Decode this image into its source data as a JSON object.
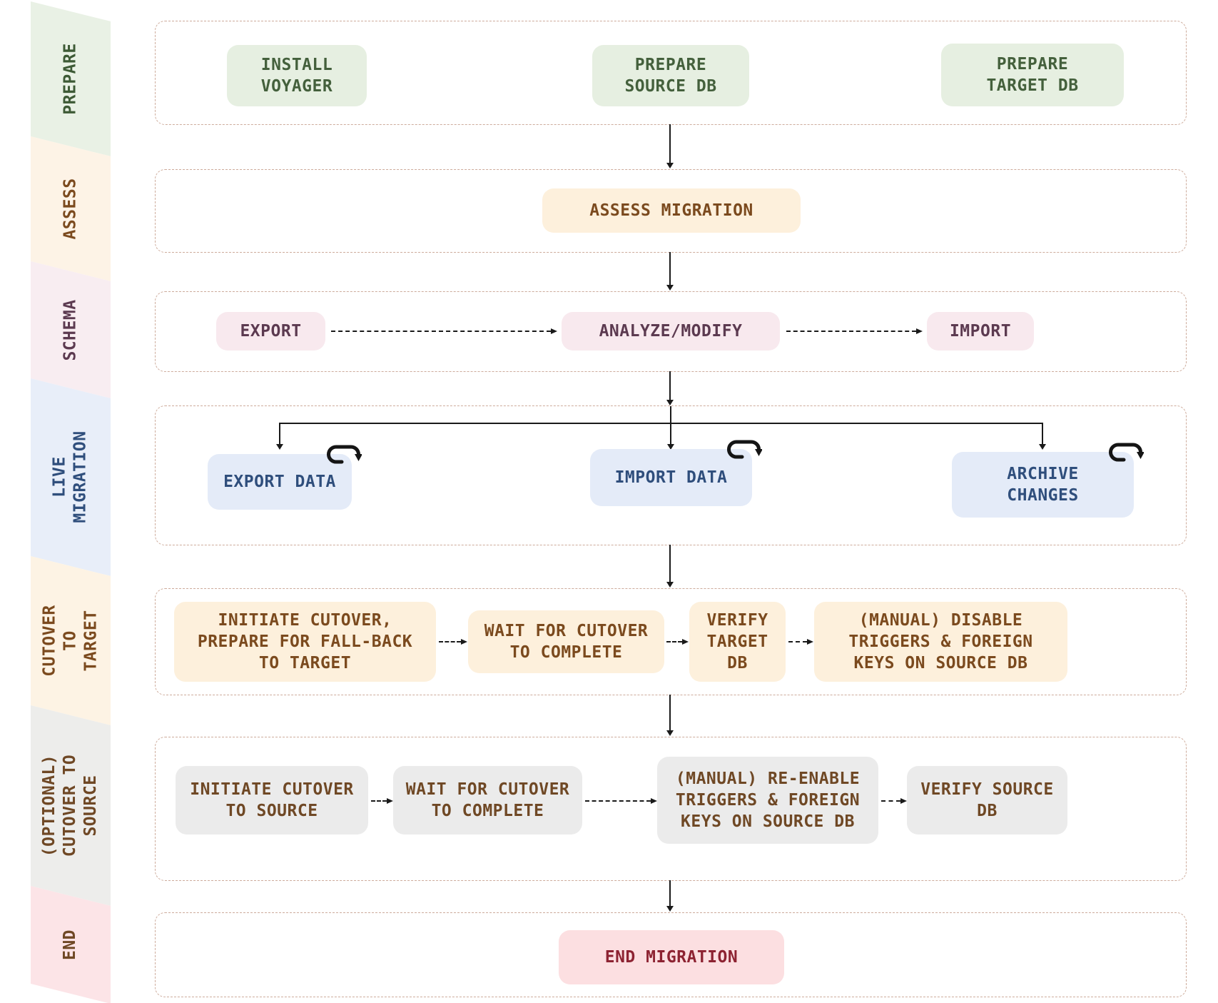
{
  "sidebar": {
    "segments": [
      {
        "id": "prepare",
        "label": "PREPARE",
        "band_color": "#e9f1e5",
        "text_color": "#3d5a35"
      },
      {
        "id": "assess",
        "label": "ASSESS",
        "band_color": "#fdf3e6",
        "text_color": "#7b4a1e"
      },
      {
        "id": "schema",
        "label": "SCHEMA",
        "band_color": "#f8edf1",
        "text_color": "#5c3a50"
      },
      {
        "id": "live-migration",
        "label": "LIVE\nMIGRATION",
        "band_color": "#e8eef9",
        "text_color": "#2f4e7c"
      },
      {
        "id": "cutover-to-target",
        "label": "CUTOVER TO\nTARGET",
        "band_color": "#fdf3e4",
        "text_color": "#7b4a1e"
      },
      {
        "id": "optional-cutover-to-source",
        "label": "(OPTIONAL)\nCUTOVER TO\nSOURCE",
        "band_color": "#ededeb",
        "text_color": "#6f4825"
      },
      {
        "id": "end",
        "label": "END",
        "band_color": "#fce4e7",
        "text_color": "#6f4825"
      }
    ]
  },
  "rows": {
    "prepare": {
      "boxes": {
        "install_voyager": "INSTALL\nVOYAGER",
        "prepare_source_db": "PREPARE\nSOURCE DB",
        "prepare_target_db": "PREPARE\nTARGET DB"
      }
    },
    "assess": {
      "boxes": {
        "assess_migration": "ASSESS MIGRATION"
      }
    },
    "schema": {
      "boxes": {
        "export_schema": "EXPORT",
        "analyze_modify": "ANALYZE/MODIFY",
        "import_schema": "IMPORT"
      }
    },
    "live_migration": {
      "boxes": {
        "export_data": "EXPORT DATA",
        "import_data": "IMPORT DATA",
        "archive_changes": "ARCHIVE\nCHANGES"
      }
    },
    "cutover_target": {
      "boxes": {
        "initiate_cutover": "INITIATE CUTOVER,\nPREPARE FOR FALL-BACK\nTO TARGET",
        "wait_cutover": "WAIT FOR CUTOVER\nTO COMPLETE",
        "verify_target_db": "VERIFY\nTARGET\nDB",
        "disable_triggers": "(MANUAL) DISABLE\nTRIGGERS & FOREIGN\nKEYS ON SOURCE DB"
      }
    },
    "cutover_source": {
      "boxes": {
        "initiate_cutover": "INITIATE CUTOVER\nTO SOURCE",
        "wait_cutover": "WAIT FOR CUTOVER\nTO COMPLETE",
        "reenable_triggers": "(MANUAL) RE-ENABLE\nTRIGGERS & FOREIGN\nKEYS ON SOURCE DB",
        "verify_source_db": "VERIFY SOURCE\nDB"
      }
    },
    "end": {
      "boxes": {
        "end_migration": "END MIGRATION"
      }
    }
  },
  "icons": {
    "repeat_loop": "repeat-loop-arrow (shown on EXPORT DATA, IMPORT DATA, ARCHIVE CHANGES)"
  },
  "colors": {
    "container_dash_border": "#cdab9b",
    "arrow": "#1a1a1a",
    "box_green_bg": "#e6efe1",
    "box_green_text": "#44603c",
    "box_orange_bg": "#fdf0dc",
    "box_orange_text": "#7b4a1e",
    "box_pink_bg": "#f8e9ee",
    "box_pink_text": "#5c3a50",
    "box_blue_bg": "#e4ebf8",
    "box_blue_text": "#2f4e7c",
    "box_gray_bg": "#ebebeb",
    "box_gray_text": "#6f4825",
    "box_red_bg": "#fcdfe1",
    "box_red_text": "#8d2332"
  }
}
